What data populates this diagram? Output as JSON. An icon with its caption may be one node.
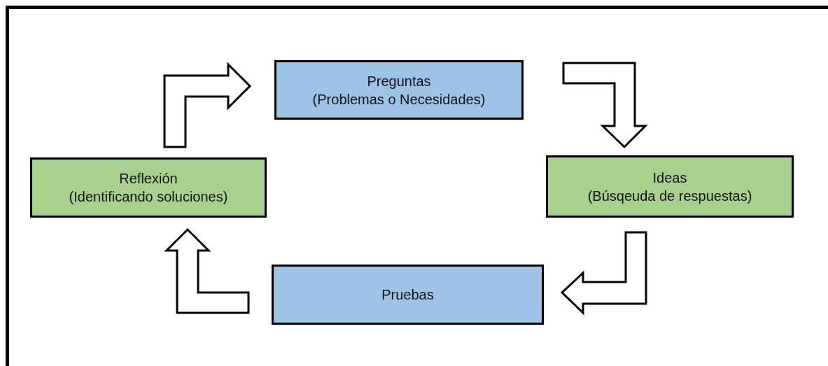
{
  "diagram": {
    "nodes": [
      {
        "text": [
          "Preguntas",
          "(Problemas o Necesidades)"
        ]
      },
      {
        "text": [
          "Ideas",
          "(Búsqeuda de respuestas)"
        ]
      },
      {
        "text": [
          "Pruebas"
        ]
      },
      {
        "text": [
          "Reflexión",
          "(Identificando soluciones)"
        ]
      }
    ],
    "edges": [
      {
        "from": 0,
        "to": 1,
        "arrow": "to"
      },
      {
        "from": 1,
        "to": 2,
        "arrow": "to"
      },
      {
        "from": 2,
        "to": 3,
        "arrow": "to"
      },
      {
        "from": 3,
        "to": 0,
        "arrow": "to"
      }
    ]
  }
}
